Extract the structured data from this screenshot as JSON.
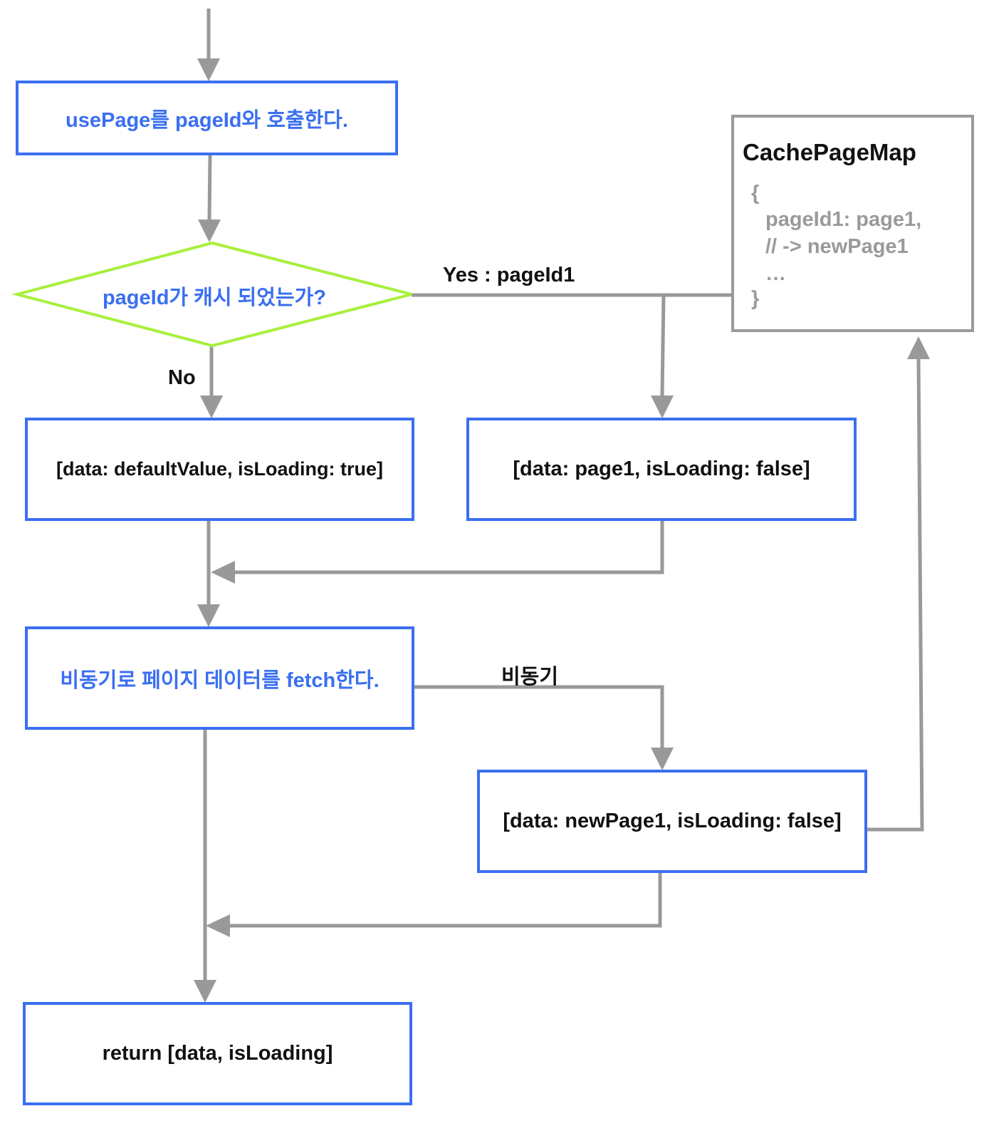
{
  "nodes": {
    "start": {
      "text": "usePage를 pageId와 호출한다."
    },
    "decision": {
      "text": "pageId가 캐시 되었는가?"
    },
    "default_state": {
      "text": "[data: defaultValue, isLoading: true]"
    },
    "cached_state": {
      "text": "[data: page1, isLoading: false]"
    },
    "fetch": {
      "text": "비동기로 페이지 데이터를 fetch한다."
    },
    "new_state": {
      "text": "[data: newPage1, isLoading: false]"
    },
    "return": {
      "text": "return [data, isLoading]"
    }
  },
  "edges": {
    "yes_label": "Yes : pageId1",
    "no_label": "No",
    "async_label": "비동기"
  },
  "cache": {
    "title": "CachePageMap",
    "lines": [
      "{",
      "pageId1: page1,",
      "// -> newPage1",
      "…",
      "}"
    ]
  },
  "colors": {
    "process_border": "#3a6ff0",
    "decision_border": "#a8f03c",
    "arrow": "#999999",
    "cache_border": "#9a9a9a"
  }
}
